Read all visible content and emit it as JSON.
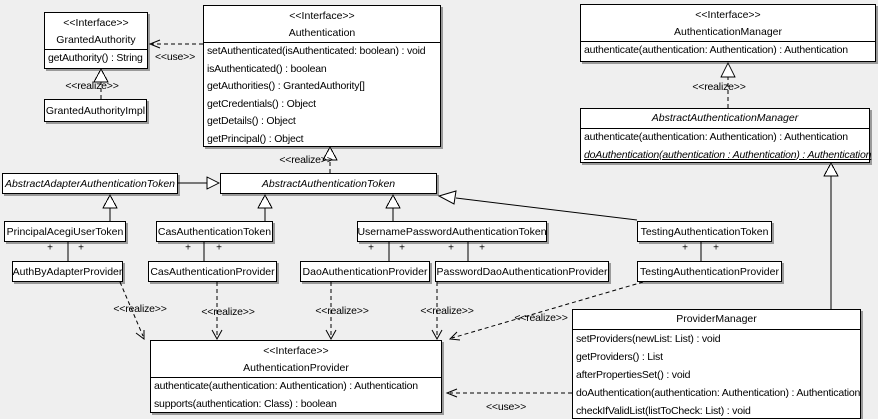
{
  "palette": {
    "background": "#efefef",
    "box_fill": "#ffffff",
    "line_color": "#000000",
    "shadow_color": "#9a9a9a"
  },
  "boxes": {
    "granted_authority": {
      "stereotype": "<<Interface>>",
      "name": "GrantedAuthority",
      "methods": [
        "getAuthority() : String"
      ]
    },
    "granted_authority_impl": {
      "name": "GrantedAuthorityImpl"
    },
    "authentication": {
      "stereotype": "<<Interface>>",
      "name": "Authentication",
      "methods": [
        "setAuthenticated(isAuthenticated: boolean) : void",
        "isAuthenticated() : boolean",
        "getAuthorities() : GrantedAuthority[]",
        "getCredentials() : Object",
        "getDetails() : Object",
        "getPrincipal() : Object"
      ]
    },
    "authentication_manager": {
      "stereotype": "<<Interface>>",
      "name": "AuthenticationManager",
      "methods": [
        "authenticate(authentication: Authentication) : Authentication"
      ]
    },
    "abstract_authentication_manager": {
      "name": "AbstractAuthenticationManager",
      "methods": [
        "authenticate(authentication: Authentication) : Authentication",
        "doAuthentication(authentication : Authentication) : Authentication"
      ]
    },
    "abstract_adapter_authentication_token": {
      "name": "AbstractAdapterAuthenticationToken"
    },
    "abstract_authentication_token": {
      "name": "AbstractAuthenticationToken"
    },
    "principal_acegi_user_token": {
      "name": "PrincipalAcegiUserToken"
    },
    "cas_authentication_token": {
      "name": "CasAuthenticationToken"
    },
    "username_password_authentication_token": {
      "name": "UsernamePasswordAuthenticationToken"
    },
    "testing_authentication_token": {
      "name": "TestingAuthenticationToken"
    },
    "auth_by_adapter_provider": {
      "name": "AuthByAdapterProvider"
    },
    "cas_authentication_provider": {
      "name": "CasAuthenticationProvider"
    },
    "dao_authentication_provider": {
      "name": "DaoAuthenticationProvider"
    },
    "password_dao_authentication_provider": {
      "name": "PasswordDaoAuthenticationProvider"
    },
    "testing_authentication_provider": {
      "name": "TestingAuthenticationProvider"
    },
    "authentication_provider": {
      "stereotype": "<<Interface>>",
      "name": "AuthenticationProvider",
      "methods": [
        "authenticate(authentication: Authentication) : Authentication",
        "supports(authentication: Class) : boolean"
      ]
    },
    "provider_manager": {
      "name": "ProviderManager",
      "methods": [
        "setProviders(newList: List) : void",
        "getProviders() : List",
        "afterPropertiesSet() : void",
        "doAuthentication(authentication: Authentication) : Authentication",
        "checkIfValidList(listToCheck: List) : void"
      ]
    }
  },
  "edge_labels": {
    "use_authentication_to_granted_authority": "<<use>>",
    "realize_granted_authority_impl": "<<realize>>",
    "realize_abstract_token_to_authentication": "<<realize>>",
    "realize_abstract_manager_to_manager": "<<realize>>",
    "realize_auth_by_adapter_provider": "<<realize>>",
    "realize_cas_provider": "<<realize>>",
    "realize_dao_provider": "<<realize>>",
    "realize_password_dao_provider": "<<realize>>",
    "realize_testing_provider": "<<realize>>",
    "use_provider_manager_to_provider": "<<use>>",
    "association_plus": "+"
  }
}
